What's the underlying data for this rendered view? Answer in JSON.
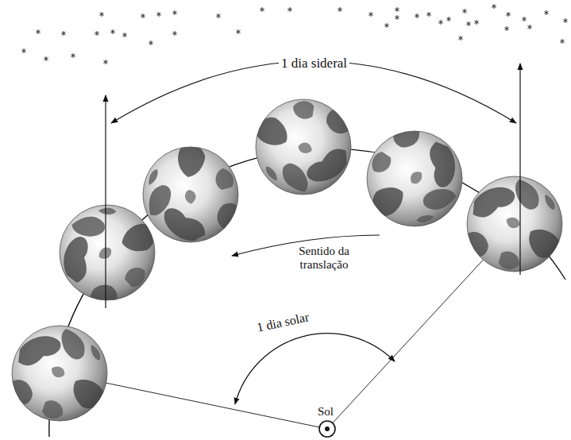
{
  "diagram": {
    "labels": [
      "1 dia sideral",
      "Sentido da translação",
      "1 dia solar",
      "Sol"
    ]
  }
}
